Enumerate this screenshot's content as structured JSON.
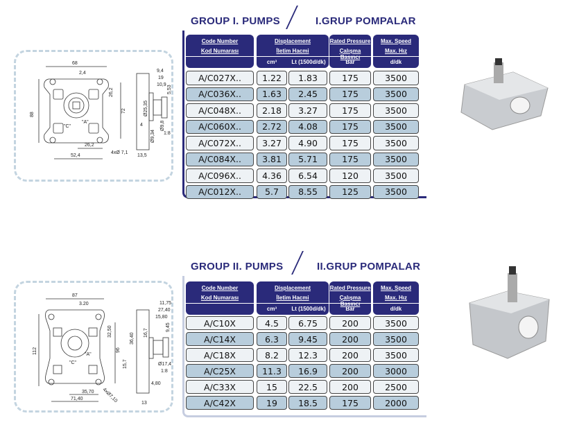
{
  "headers": {
    "code1": "Code Number",
    "code2": "Kod Numarası",
    "disp1": "Displacement",
    "disp2": "İletim Hacmi",
    "cm3": "cm³",
    "lt": "Lt (1500d/dk)",
    "press1": "Rated Pressure",
    "press2": "Çalışma Basıncı",
    "bar": "Bar",
    "speed1": "Max. Speed",
    "speed2": "Max. Hız",
    "dk": "d/dk"
  },
  "group1": {
    "title_en": "GROUP I. PUMPS",
    "title_tr": "I.GRUP POMPALAR",
    "rows": [
      [
        "A/C027X..",
        "1.22",
        "1.83",
        "175",
        "3500"
      ],
      [
        "A/C036X..",
        "1.63",
        "2.45",
        "175",
        "3500"
      ],
      [
        "A/C048X..",
        "2.18",
        "3.27",
        "175",
        "3500"
      ],
      [
        "A/C060X..",
        "2.72",
        "4.08",
        "175",
        "3500"
      ],
      [
        "A/C072X..",
        "3.27",
        "4.90",
        "175",
        "3500"
      ],
      [
        "A/C084X..",
        "3.81",
        "5.71",
        "175",
        "3500"
      ],
      [
        "A/C096X..",
        "4.36",
        "6.54",
        "120",
        "3500"
      ],
      [
        "A/C012X..",
        "5.7",
        "8.55",
        "125",
        "3500"
      ]
    ],
    "dims": [
      "68",
      "2,4",
      "26,2",
      "88",
      "72",
      "\"C\"",
      "\"A\"",
      "26,2",
      "52,4",
      "4xØ 7,1",
      "9,4",
      "19",
      "10,9",
      "5,53",
      "Ø25,35",
      "4",
      "Ø9,8",
      "Ø9,34",
      "1:8",
      "13,5"
    ]
  },
  "group2": {
    "title_en": "GROUP II. PUMPS",
    "title_tr": "II.GRUP POMPALAR",
    "rows": [
      [
        "A/C10X",
        "4.5",
        "6.75",
        "200",
        "3500"
      ],
      [
        "A/C14X",
        "6.3",
        "9.45",
        "200",
        "3500"
      ],
      [
        "A/C18X",
        "8.2",
        "12.3",
        "200",
        "3500"
      ],
      [
        "A/C25X",
        "11.3",
        "16.9",
        "200",
        "3000"
      ],
      [
        "A/C33X",
        "15",
        "22.5",
        "200",
        "2500"
      ],
      [
        "A/C42X",
        "19",
        "18.5",
        "175",
        "2000"
      ]
    ],
    "dims": [
      "87",
      "3.20",
      "32,50",
      "112",
      "96",
      "\"A\"",
      "\"C\"",
      "35,70",
      "71,40",
      "4xØ7,10",
      "11,75",
      "27,40",
      "15,80",
      "9,45",
      "36,40",
      "16,7",
      "15,7",
      "Ø17,4",
      "1:8",
      "4,80",
      "13"
    ]
  },
  "colors": {
    "navy": "#2a2a7a",
    "row_light": "#eef2f5",
    "row_dark": "#b8cddc"
  }
}
